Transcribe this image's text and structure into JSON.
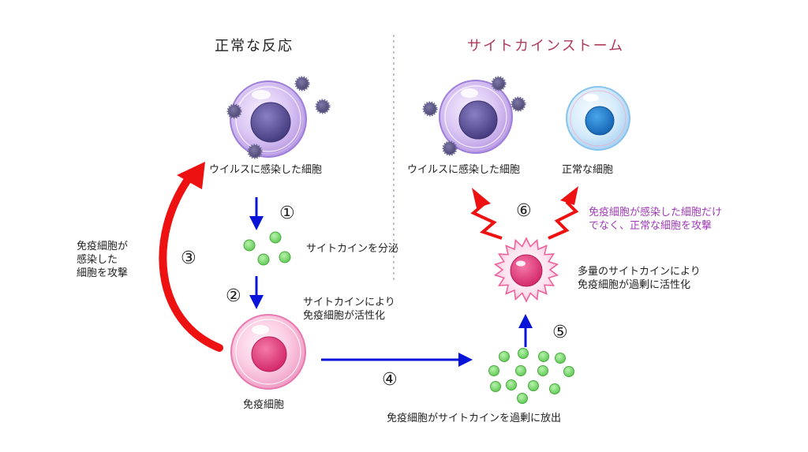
{
  "titles": {
    "normal": "正常な反応",
    "storm": "サイトカインストーム"
  },
  "labels": {
    "infected_left": "ウイルスに感染した細胞",
    "infected_right": "ウイルスに感染した細胞",
    "normal_cell": "正常な細胞",
    "cytokine_secrete": "サイトカインを分泌",
    "activated": "サイトカインにより\n免疫細胞が活性化",
    "immune_cell": "免疫細胞",
    "attack": "免疫細胞が\n感染した\n細胞を攻撃",
    "overrelease": "免疫細胞がサイトカインを過剰に放出",
    "overactivated": "多量のサイトカインにより\n免疫細胞が過剰に活性化",
    "storm_attack": "免疫細胞が感染した細胞だけ\nでなく、正常な細胞を攻撃"
  },
  "steps": {
    "s1": "①",
    "s2": "②",
    "s3": "③",
    "s4": "④",
    "s5": "⑤",
    "s6": "⑥"
  },
  "colors": {
    "storm_title": "#b03a5b",
    "storm_attack_text": "#a03ab8",
    "arrow_blue": "#0a14d8",
    "arrow_red": "#ee1111",
    "virus": "#55507a",
    "infected_nucleus": "#524a8c",
    "normal_nucleus": "#1e7ccc",
    "immune_nucleus": "#e0407c",
    "cytokine": "#79d86e",
    "divider": "#9a9aaa"
  }
}
